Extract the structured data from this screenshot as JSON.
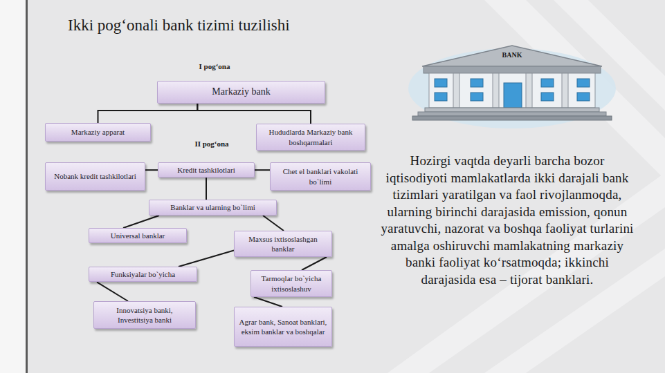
{
  "diagram": {
    "title": "Ikki pog‘onali bank tizimi tuzilishi",
    "nodes": [
      {
        "text": [
          "Markaziy bank"
        ]
      },
      {
        "text": [
          "Markaziy apparat"
        ]
      },
      {
        "text": [
          "Hududlarda Markaziy bank boshqarmalari"
        ]
      },
      {
        "text": [
          "Kredit tashkilotlari"
        ]
      },
      {
        "text": [
          "Nobank kredit tashkilotlari"
        ]
      },
      {
        "text": [
          "Chet el banklari vakolati bo`limi"
        ]
      },
      {
        "text": [
          "Banklar va ularning bo`limi"
        ]
      },
      {
        "text": [
          "Universal banklar"
        ]
      },
      {
        "text": [
          "Maxsus ixtisoslashgan banklar"
        ]
      },
      {
        "text": [
          "Funksiyalar bo`yicha"
        ]
      },
      {
        "text": [
          "Tarmoqlar bo`yicha ixtisoslashuv"
        ]
      },
      {
        "text": [
          "Innovatsiya banki, Investitsiya banki"
        ]
      },
      {
        "text": [
          "Agrar bank, Sanoat banklari, eksim banklar va boshqalar"
        ]
      }
    ],
    "edges": [
      {
        "from": 0,
        "to": 1,
        "arrow": "none"
      },
      {
        "from": 0,
        "to": 2,
        "arrow": "none"
      },
      {
        "from": 3,
        "to": 4,
        "arrow": "none"
      },
      {
        "from": 3,
        "to": 5,
        "arrow": "none"
      },
      {
        "from": 3,
        "to": 6,
        "arrow": "none"
      },
      {
        "from": 6,
        "to": 7,
        "arrow": "none"
      },
      {
        "from": 6,
        "to": 8,
        "arrow": "none"
      },
      {
        "from": 8,
        "to": 9,
        "arrow": "none"
      },
      {
        "from": 8,
        "to": 10,
        "arrow": "none"
      },
      {
        "from": 9,
        "to": 11,
        "arrow": "none"
      },
      {
        "from": 10,
        "to": 12,
        "arrow": "none"
      }
    ],
    "labels": [
      "I pog‘ona",
      "II pog‘ona",
      "BANK",
      "Hozirgi vaqtda deyarli barcha bozor iqtisodiyoti mamlakatlarda ikki darajali bank tizimlari yaratilgan va faol rivojlanmoqda, ularning birinchi darajasida emission, qonun yaratuvchi, nazorat va boshqa faoliyat turlarini amalga oshiruvchi mamlakatning markaziy banki faoliyat ko‘rsatmoqda; ikkinchi darajasida esa – tijorat banklari."
    ]
  }
}
